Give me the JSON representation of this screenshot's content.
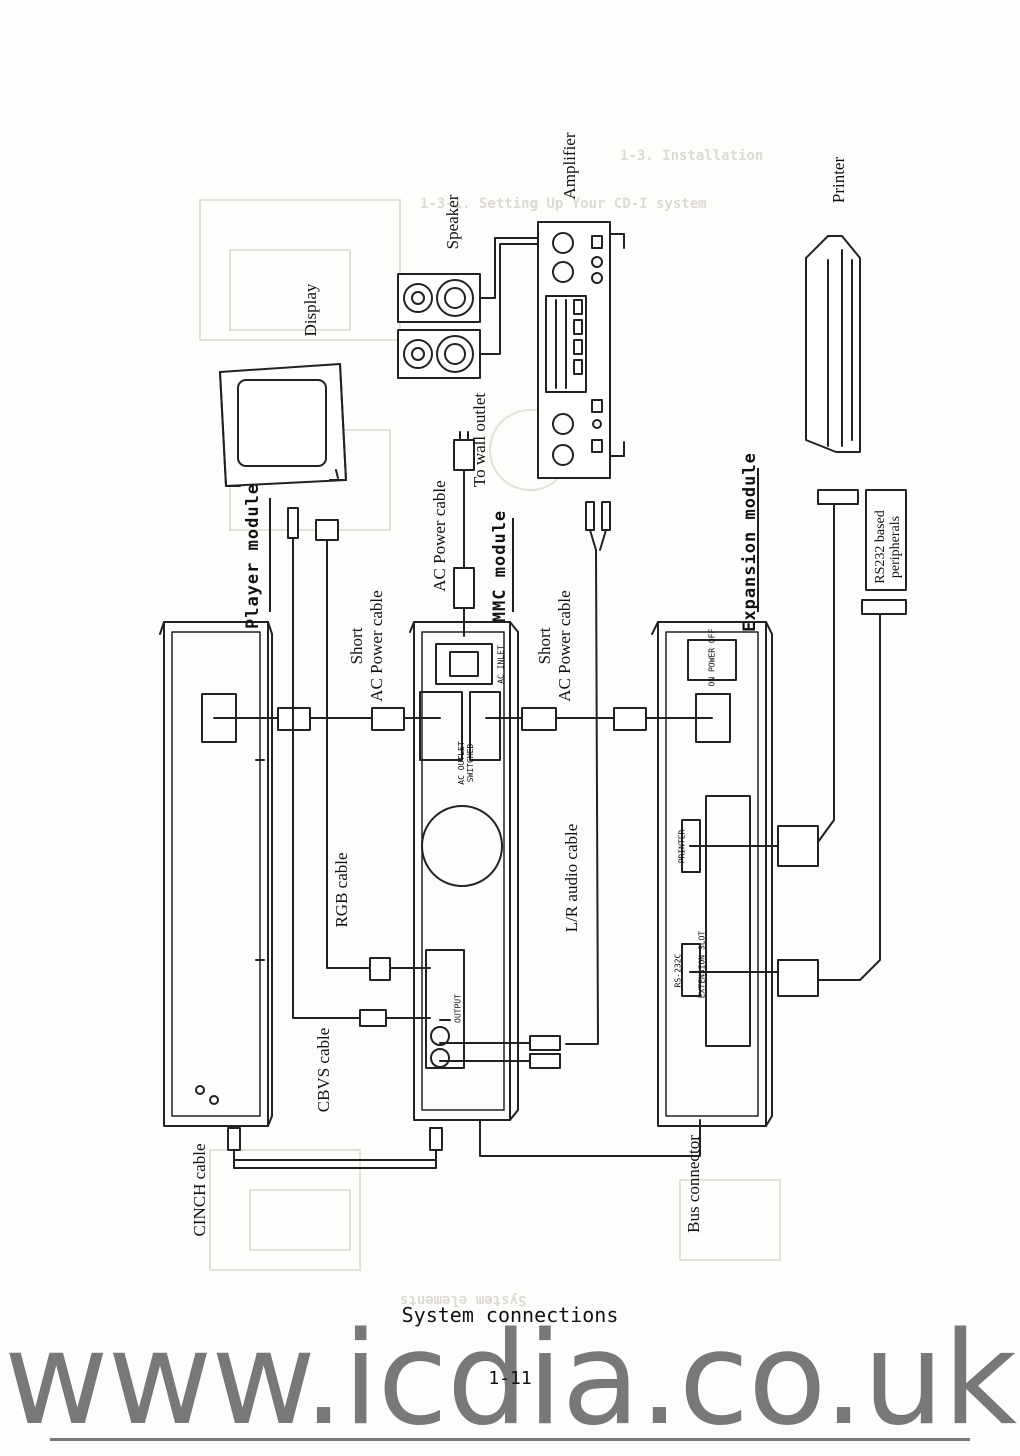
{
  "labels": {
    "amplifier": "Amplifier",
    "printer": "Printer",
    "speaker": "Speaker",
    "display": "Display",
    "to_wall_outlet": "To wall outlet",
    "ac_power_cable": "AC Power cable",
    "mmc_module": "MMC module",
    "player_module": "Player module",
    "expansion_module": "Expansion module",
    "rs232_peripherals_line1": "RS232 based",
    "rs232_peripherals_line2": "peripherals",
    "short_ac_1_line1": "Short",
    "short_ac_1_line2": "AC Power cable",
    "short_ac_2_line1": "Short",
    "short_ac_2_line2": "AC Power cable",
    "rgb_cable": "RGB cable",
    "lr_audio_cable": "L/R audio cable",
    "cbvs_cable": "CBVS cable",
    "cinch_cable": "CINCH cable",
    "bus_connector": "Bus connector"
  },
  "panel_markings": {
    "ac_inlet": "AC INLET",
    "ac_outlet_switched_1": "AC OUTLET",
    "ac_outlet_switched_2": "SWITCHED",
    "output": "OUTPUT",
    "on_power_off": "ON POWER OFF",
    "printer": "PRINTER",
    "rs232c": "RS-232C",
    "extension_slot": "EXTENSION SLOT"
  },
  "bleed_through": {
    "installation": "1-3. Installation",
    "setting_up": "1-3-1. Setting Up Your CD-I system",
    "system_elements": "System elements"
  },
  "caption": "System connections",
  "page_number": "1-11",
  "watermark": "www.icdia.co.uk"
}
